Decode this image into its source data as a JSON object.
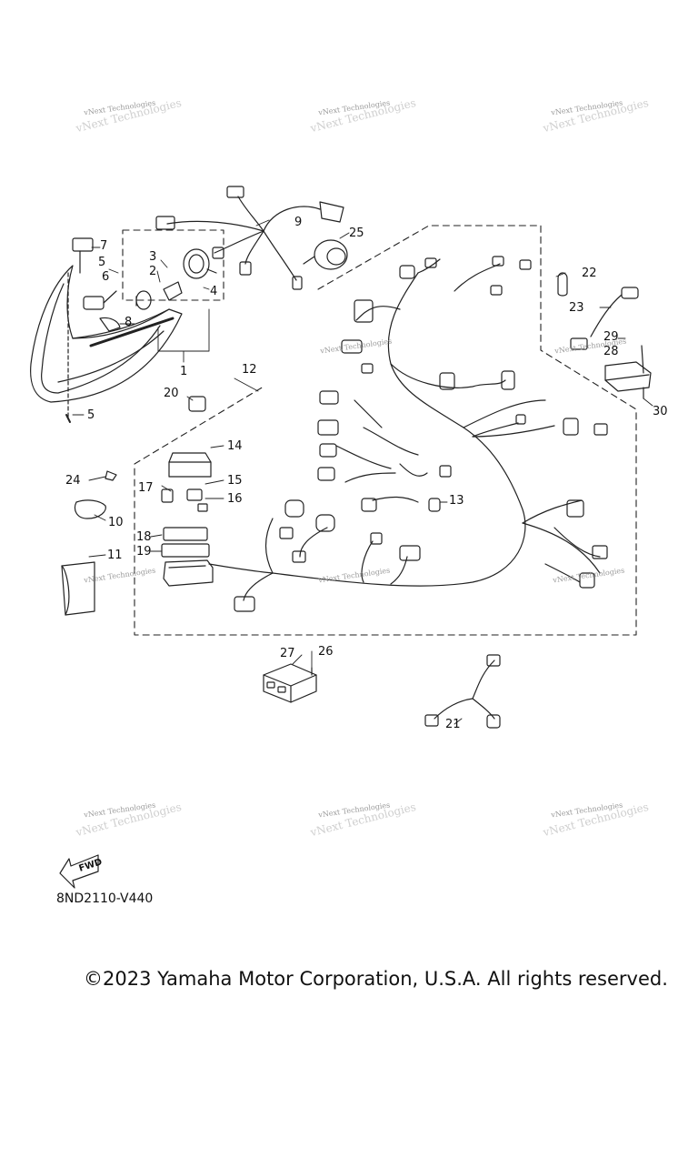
{
  "watermark": "vNext Technologies",
  "callouts": [
    "1",
    "2",
    "3",
    "4",
    "5",
    "5",
    "6",
    "7",
    "8",
    "9",
    "10",
    "11",
    "12",
    "13",
    "14",
    "15",
    "16",
    "17",
    "18",
    "19",
    "20",
    "21",
    "22",
    "23",
    "24",
    "25",
    "26",
    "27",
    "28",
    "29",
    "30"
  ],
  "fwd_label": "FWD",
  "diagram_code": "8ND2110-V440",
  "copyright": "©2023 Yamaha Motor Corporation, U.S.A. All rights reserved."
}
